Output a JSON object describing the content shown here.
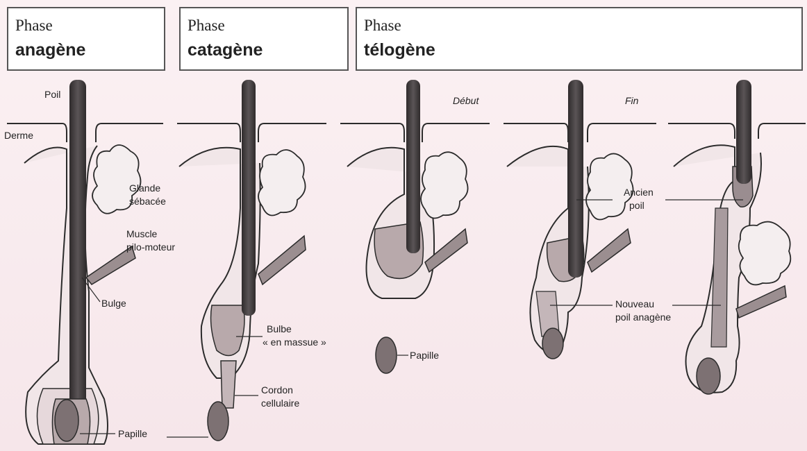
{
  "phases": [
    {
      "prefix": "Phase",
      "name": "anagène"
    },
    {
      "prefix": "Phase",
      "name": "catagène"
    },
    {
      "prefix": "Phase",
      "name": "télogène"
    }
  ],
  "labels": {
    "poil": "Poil",
    "derme": "Derme",
    "glande_line1": "Glande",
    "glande_line2": "sébacée",
    "muscle_line1": "Muscle",
    "muscle_line2": "pilo-moteur",
    "bulge": "Bulge",
    "papille_anagene": "Papille",
    "bulbe_line1": "Bulbe",
    "bulbe_line2": "« en massue »",
    "cordon_line1": "Cordon",
    "cordon_line2": "cellulaire",
    "debut": "Début",
    "papille_telogene": "Papille",
    "fin": "Fin",
    "ancien_line1": "Ancien",
    "ancien_line2": "poil",
    "nouveau_line1": "Nouveau",
    "nouveau_line2": "poil anagène"
  },
  "colors": {
    "hair": "#3e3a3b",
    "hair_light": "#8c7f82",
    "outline": "#2b2b2b",
    "sheath": "#b8a9ab",
    "papilla": "#7d7173",
    "gland": "#f4eeef",
    "muscle": "#9b8e90"
  }
}
